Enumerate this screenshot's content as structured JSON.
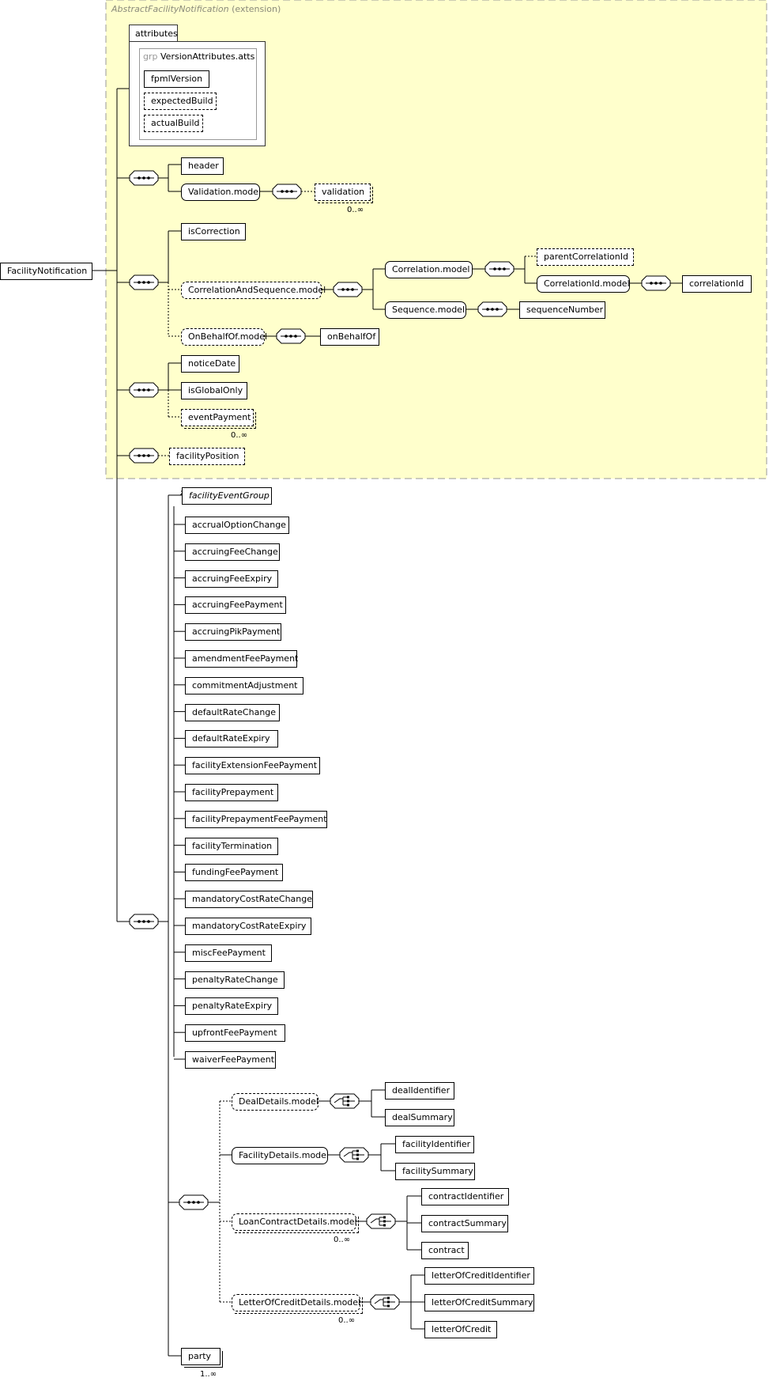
{
  "diagram": {
    "extension_base": "AbstractFacilityNotification",
    "extension_suffix": "(extension)",
    "root": "FacilityNotification",
    "attributes_label": "attributes",
    "group_keyword": "grp",
    "group_name": "VersionAttributes.atts",
    "attrs": {
      "fpmlVersion": "fpmlVersion",
      "expectedBuild": "expectedBuild",
      "actualBuild": "actualBuild"
    },
    "nodes": {
      "header": "header",
      "validation_model": "Validation.model",
      "validation": "validation",
      "isCorrection": "isCorrection",
      "cas_model": "CorrelationAndSequence.model",
      "correlation_model": "Correlation.model",
      "parentCorrelationId": "parentCorrelationId",
      "correlationId_model": "CorrelationId.model",
      "correlationId": "correlationId",
      "sequence_model": "Sequence.model",
      "sequenceNumber": "sequenceNumber",
      "onBehalfOf_model": "OnBehalfOf.model",
      "onBehalfOf": "onBehalfOf",
      "noticeDate": "noticeDate",
      "isGlobalOnly": "isGlobalOnly",
      "eventPayment": "eventPayment",
      "facilityPosition": "facilityPosition",
      "facilityEventGroup": "facilityEventGroup",
      "dealDetails_model": "DealDetails.model",
      "dealIdentifier": "dealIdentifier",
      "dealSummary": "dealSummary",
      "facilityDetails_model": "FacilityDetails.model",
      "facilityIdentifier": "facilityIdentifier",
      "facilitySummary": "facilitySummary",
      "loanContractDetails_model": "LoanContractDetails.model",
      "contractIdentifier": "contractIdentifier",
      "contractSummary": "contractSummary",
      "contract": "contract",
      "letterOfCreditDetails_model": "LetterOfCreditDetails.model",
      "letterOfCreditIdentifier": "letterOfCreditIdentifier",
      "letterOfCreditSummary": "letterOfCreditSummary",
      "letterOfCredit": "letterOfCredit",
      "party": "party"
    },
    "events": [
      "accrualOptionChange",
      "accruingFeeChange",
      "accruingFeeExpiry",
      "accruingFeePayment",
      "accruingPikPayment",
      "amendmentFeePayment",
      "commitmentAdjustment",
      "defaultRateChange",
      "defaultRateExpiry",
      "facilityExtensionFeePayment",
      "facilityPrepayment",
      "facilityPrepaymentFeePayment",
      "facilityTermination",
      "fundingFeePayment",
      "mandatoryCostRateChange",
      "mandatoryCostRateExpiry",
      "miscFeePayment",
      "penaltyRateChange",
      "penaltyRateExpiry",
      "upfrontFeePayment",
      "waiverFeePayment"
    ],
    "multiplicity": {
      "validation": "0..∞",
      "eventPayment": "0..∞",
      "loanContract": "0..∞",
      "letterOfCredit": "0..∞",
      "party": "1..∞"
    },
    "colors": {
      "extension_fill": "#ffffcc",
      "extension_border": "#999999",
      "line": "#000000"
    }
  }
}
